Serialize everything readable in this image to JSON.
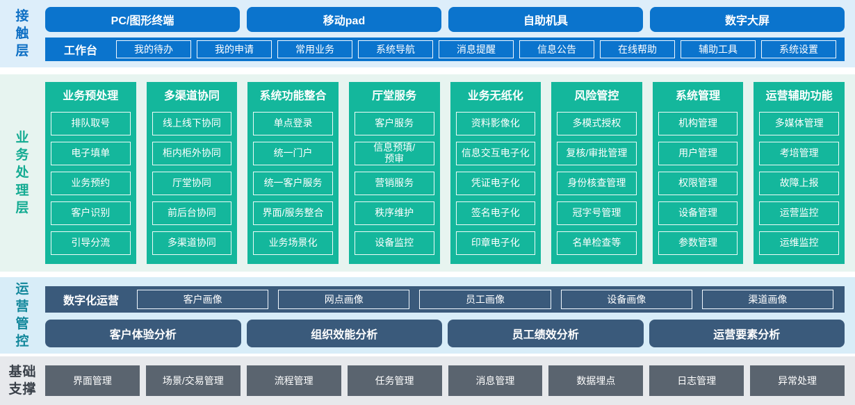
{
  "colors": {
    "accent_blue": "#0b74cd",
    "accent_teal_green": "#14b79c",
    "accent_slate_blue": "#3a5a7b",
    "accent_gray": "#5a646f",
    "bg_contact": "#ddeefa",
    "bg_business": "#e7f4f0",
    "bg_operations": "#d8edf8",
    "bg_foundation": "#e7e9ec"
  },
  "contact_layer": {
    "label": "接\n触\n层",
    "terminals": [
      "PC/图形终端",
      "移动pad",
      "自助机具",
      "数字大屏"
    ],
    "workbench": {
      "label": "工作台",
      "items": [
        "我的待办",
        "我的申请",
        "常用业务",
        "系统导航",
        "消息提醒",
        "信息公告",
        "在线帮助",
        "辅助工具",
        "系统设置"
      ]
    }
  },
  "business_layer": {
    "label": "业\n务\n处\n理\n层",
    "columns": [
      {
        "title": "业务预处理",
        "items": [
          "排队取号",
          "电子填单",
          "业务预约",
          "客户识别",
          "引导分流"
        ]
      },
      {
        "title": "多渠道协同",
        "items": [
          "线上线下协同",
          "柜内柜外协同",
          "厅堂协同",
          "前后台协同",
          "多渠道协同"
        ]
      },
      {
        "title": "系统功能整合",
        "items": [
          "单点登录",
          "统一门户",
          "统一客户服务",
          "界面/服务整合",
          "业务场景化"
        ]
      },
      {
        "title": "厅堂服务",
        "items": [
          "客户服务",
          "信息预填/\n预审",
          "营销服务",
          "秩序维护",
          "设备监控"
        ]
      },
      {
        "title": "业务无纸化",
        "items": [
          "资料影像化",
          "信息交互电子化",
          "凭证电子化",
          "签名电子化",
          "印章电子化"
        ]
      },
      {
        "title": "风险管控",
        "items": [
          "多模式授权",
          "复核/审批管理",
          "身份核查管理",
          "冠字号管理",
          "名单检查等"
        ]
      },
      {
        "title": "系统管理",
        "items": [
          "机构管理",
          "用户管理",
          "权限管理",
          "设备管理",
          "参数管理"
        ]
      },
      {
        "title": "运营辅助功能",
        "items": [
          "多媒体管理",
          "考培管理",
          "故障上报",
          "运营监控",
          "运维监控"
        ]
      }
    ]
  },
  "operations_layer": {
    "label": "运\n营\n管\n控",
    "digital_ops": {
      "label": "数字化运营",
      "items": [
        "客户画像",
        "网点画像",
        "员工画像",
        "设备画像",
        "渠道画像"
      ]
    },
    "analysis": [
      "客户体验分析",
      "组织效能分析",
      "员工绩效分析",
      "运营要素分析"
    ]
  },
  "foundation_layer": {
    "label": "基础\n支撑",
    "items": [
      "界面管理",
      "场景/交易管理",
      "流程管理",
      "任务管理",
      "消息管理",
      "数据埋点",
      "日志管理",
      "异常处理"
    ]
  }
}
